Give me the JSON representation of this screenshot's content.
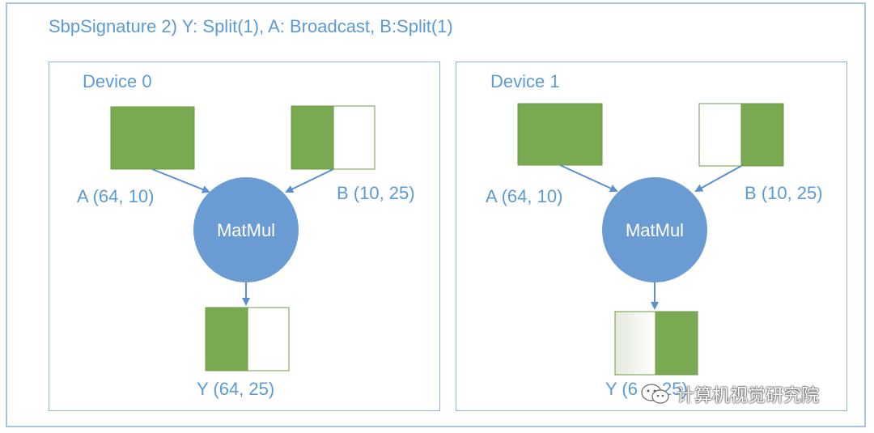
{
  "title": "SbpSignature 2) Y: Split(1), A: Broadcast, B:Split(1)",
  "colors": {
    "green": "#79a950",
    "green_border": "#6c9a45",
    "node": "#6a9bd2",
    "text": "#5b9bd5",
    "arrow": "#5b8fcf",
    "frame": "#a9c4e0"
  },
  "devices": [
    {
      "label": "Device 0",
      "a_label": "A (64, 10)",
      "b_label": "B (10, 25)",
      "op": "MatMul",
      "y_label": "Y (64, 25)",
      "a_fill": "full",
      "b_fill": "left-half",
      "y_fill": "left-half"
    },
    {
      "label": "Device 1",
      "a_label": "A (64, 10)",
      "b_label": "B (10, 25)",
      "op": "MatMul",
      "y_label": "Y (6",
      "y_label_tail": "25)",
      "a_fill": "full",
      "b_fill": "right-half",
      "y_fill": "right-half"
    }
  ],
  "watermark": {
    "text": "计算机视觉研究院",
    "icon": "wechat-icon"
  }
}
